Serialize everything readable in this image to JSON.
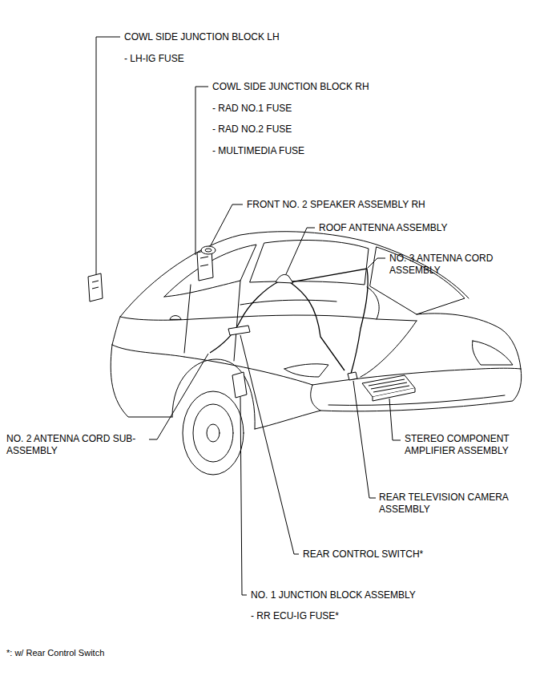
{
  "diagram": {
    "labels": [
      "COWL SIDE JUNCTION BLOCK LH",
      "- LH-IG FUSE",
      "COWL SIDE JUNCTION BLOCK RH",
      "- RAD NO.1 FUSE",
      "- RAD NO.2 FUSE",
      "- MULTIMEDIA FUSE",
      "FRONT NO. 2 SPEAKER ASSEMBLY RH",
      "ROOF ANTENNA ASSEMBLY",
      "NO. 3 ANTENNA CORD ASSEMBLY",
      "NO. 2 ANTENNA CORD SUB-ASSEMBLY",
      "STEREO COMPONENT AMPLIFIER ASSEMBLY",
      "REAR TELEVISION CAMERA ASSEMBLY",
      "REAR CONTROL SWITCH*",
      "NO. 1 JUNCTION BLOCK ASSEMBLY",
      "- RR ECU-IG FUSE*",
      "*: w/ Rear Control Switch"
    ]
  }
}
